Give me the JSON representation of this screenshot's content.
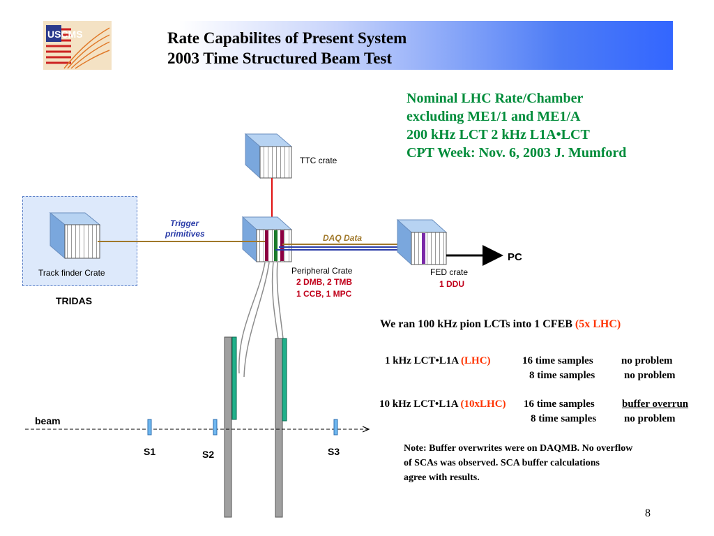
{
  "header": {
    "title_line1": "Rate Capabilites of Present System",
    "title_line2": "2003 Time Structured Beam Test",
    "logo_text": "USCMS"
  },
  "nominal": {
    "line1": "Nominal LHC Rate/Chamber",
    "line2": "excluding ME1/1 and ME1/A",
    "line3": "200 kHz LCT  2 kHz L1A•LCT",
    "line4": "CPT Week: Nov. 6, 2003 J. Mumford"
  },
  "diagram": {
    "ttc_label": "TTC crate",
    "track_finder_label": "Track finder Crate",
    "tridas_label": "TRIDAS",
    "trigger_line1": "Trigger",
    "trigger_line2": "primitives",
    "daq_label": "DAQ Data",
    "pc_label": "PC",
    "peripheral_label": "Peripheral Crate",
    "peripheral_sub1": "2 DMB, 2 TMB",
    "peripheral_sub2": "1 CCB, 1 MPC",
    "fed_label": "FED crate",
    "fed_sub": "1 DDU",
    "beam_label": "beam",
    "s1": "S1",
    "s2": "S2",
    "s3": "S3"
  },
  "results": {
    "headline": "We ran 100 kHz pion LCTs into 1 CFEB ",
    "headline_highlight": "(5x LHC)",
    "row1_rate": "1 kHz LCT•L1A ",
    "row1_tag": "(LHC)",
    "row1_samples": "16 time samples",
    "row1_result": "no problem",
    "row2_samples": "8  time samples",
    "row2_result": "no problem",
    "row3_rate": "10 kHz LCT•L1A ",
    "row3_tag": "(10xLHC)",
    "row3_samples": "16 time samples",
    "row3_result": "buffer overrun",
    "row4_samples": "8 time samples",
    "row4_result": "no problem",
    "note_line1": "Note: Buffer overwrites were on DAQMB. No overflow",
    "note_line2": "of SCAs was observed. SCA buffer calculations",
    "note_line3": "agree with results."
  },
  "page_number": "8",
  "colors": {
    "title_green": "#008c3a",
    "tag_orange": "#ff3300",
    "sub_red": "#c0001a",
    "banner_blue": "#3366ff",
    "crate_blue": "#8fb8e8"
  }
}
